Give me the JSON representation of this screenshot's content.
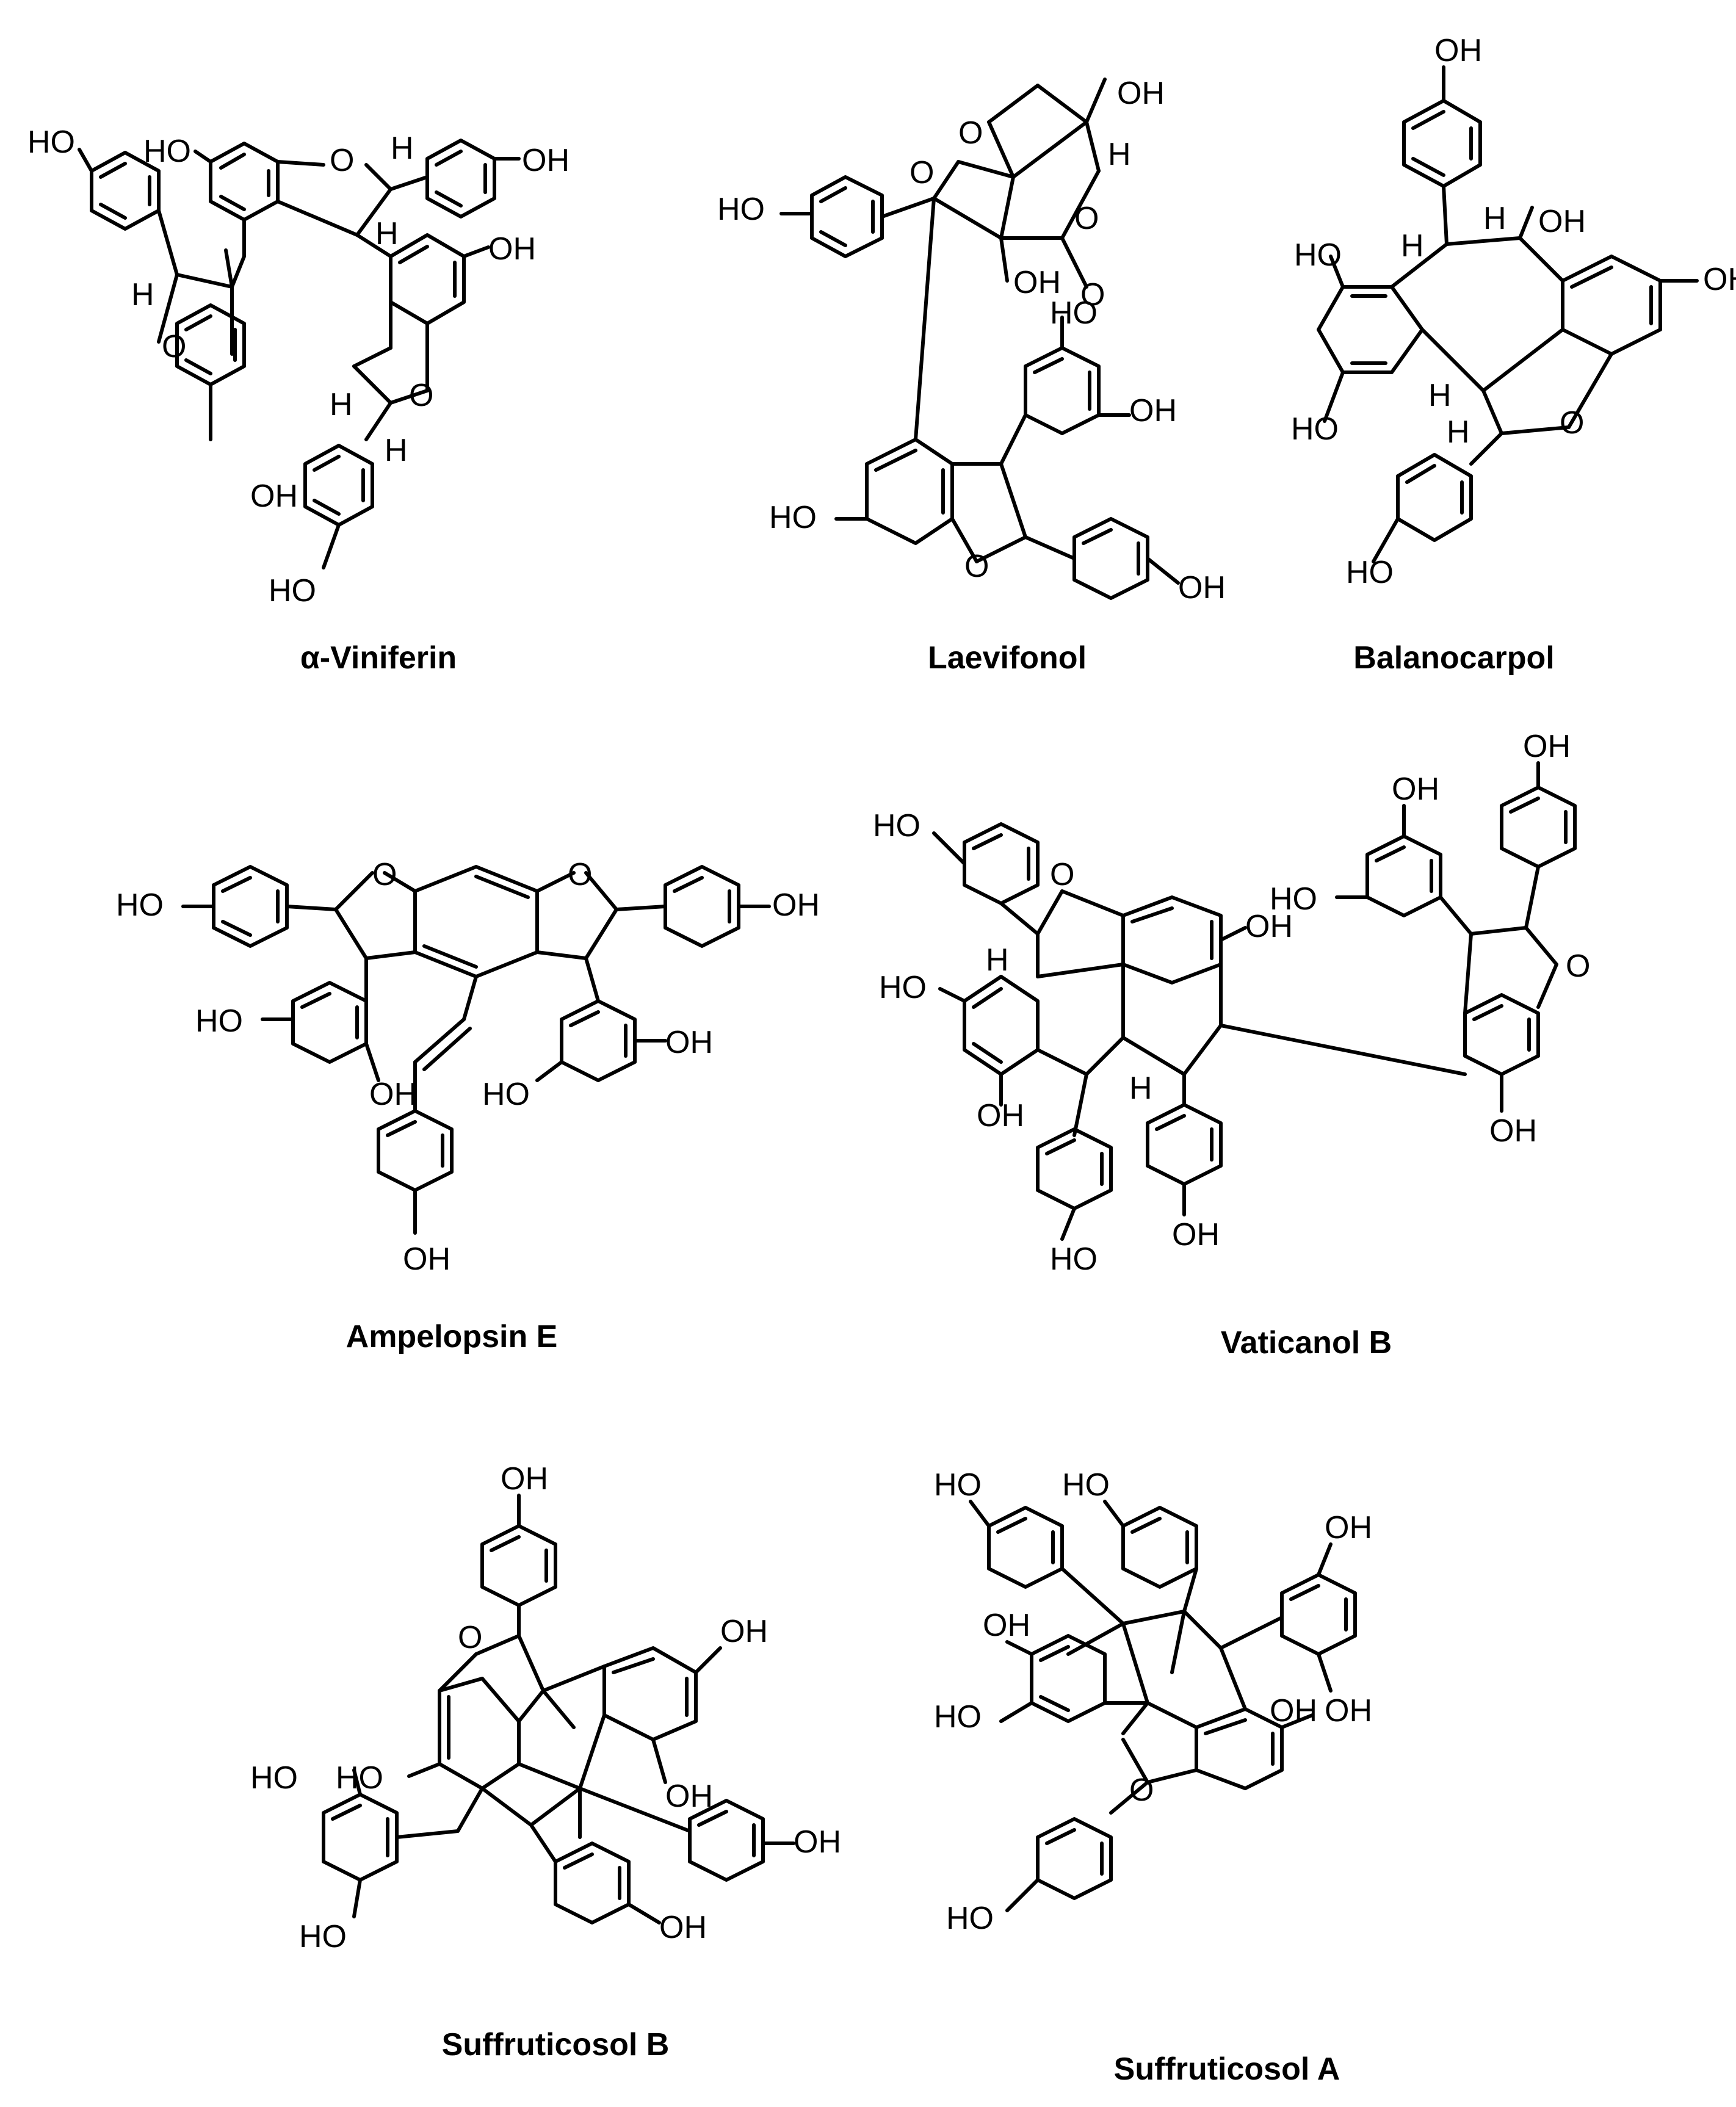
{
  "figure": {
    "compounds": [
      {
        "id": "alpha-viniferin",
        "name": "α-Viniferin",
        "atoms": [
          "HO",
          "HO",
          "O",
          "H",
          "OH",
          "H",
          "OH",
          "H",
          "O",
          "H",
          "O",
          "H",
          "OH",
          "HO"
        ]
      },
      {
        "id": "laevifonol",
        "name": "Laevifonol",
        "atoms": [
          "OH",
          "O",
          "H",
          "O",
          "O",
          "HO",
          "OH",
          "O",
          "HO",
          "OH",
          "HO",
          "O",
          "OH"
        ]
      },
      {
        "id": "balanocarpol",
        "name": "Balanocarpol",
        "atoms": [
          "OH",
          "H",
          "H",
          "OH",
          "HO",
          "OH",
          "H",
          "HO",
          "H",
          "O",
          "HO"
        ]
      },
      {
        "id": "ampelopsin-e",
        "name": "Ampelopsin E",
        "atoms": [
          "O",
          "O",
          "HO",
          "OH",
          "HO",
          "OH",
          "OH",
          "HO",
          "OH"
        ]
      },
      {
        "id": "vaticanol-b",
        "name": "Vaticanol B",
        "atoms": [
          "OH",
          "HO",
          "OH",
          "O",
          "H",
          "OH",
          "HO",
          "HO",
          "O",
          "OH",
          "H",
          "OH",
          "OH",
          "HO"
        ]
      },
      {
        "id": "suffruticosol-b",
        "name": "Suffruticosol B",
        "atoms": [
          "OH",
          "O",
          "OH",
          "HO",
          "OH",
          "HO",
          "OH",
          "HO",
          "OH"
        ]
      },
      {
        "id": "suffruticosol-a",
        "name": "Suffruticosol A",
        "atoms": [
          "HO",
          "HO",
          "OH",
          "OH",
          "HO",
          "OH",
          "OH",
          "O",
          "HO"
        ]
      }
    ]
  }
}
